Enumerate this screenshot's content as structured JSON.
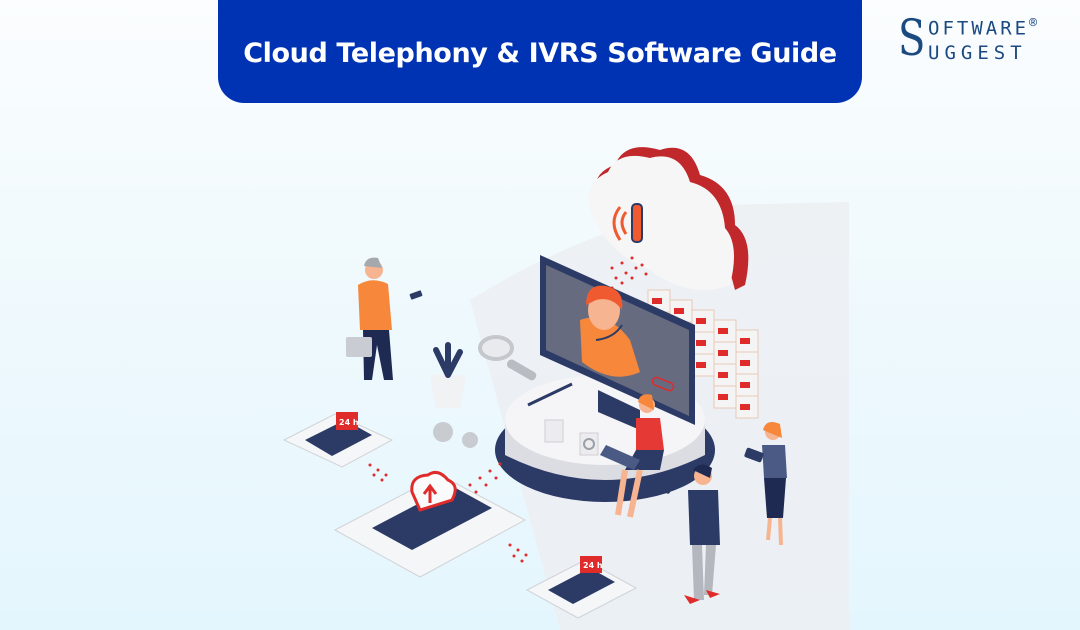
{
  "banner": {
    "title": "Cloud Telephony & IVRS Software Guide",
    "background_color": "#0033b3",
    "text_color": "#ffffff"
  },
  "logo": {
    "initial_top": "S",
    "line1": "OFTWARE",
    "registered_mark": "®",
    "line2": "UGGEST",
    "color": "#1b4a80"
  },
  "illustration": {
    "description": "Isometric cloud telephony scene: red/white cloud with phone icon, monitor showing headset support agent on a round platform, server boxes, people with devices, smartphones on pads with '24 h' badges and cloud upload icon",
    "badges": [
      "24 h",
      "24 h"
    ],
    "accent_colors": {
      "red": "#e02b2b",
      "orange": "#f7873a",
      "navy": "#2c3a66",
      "gray": "#c9cdd3"
    }
  }
}
